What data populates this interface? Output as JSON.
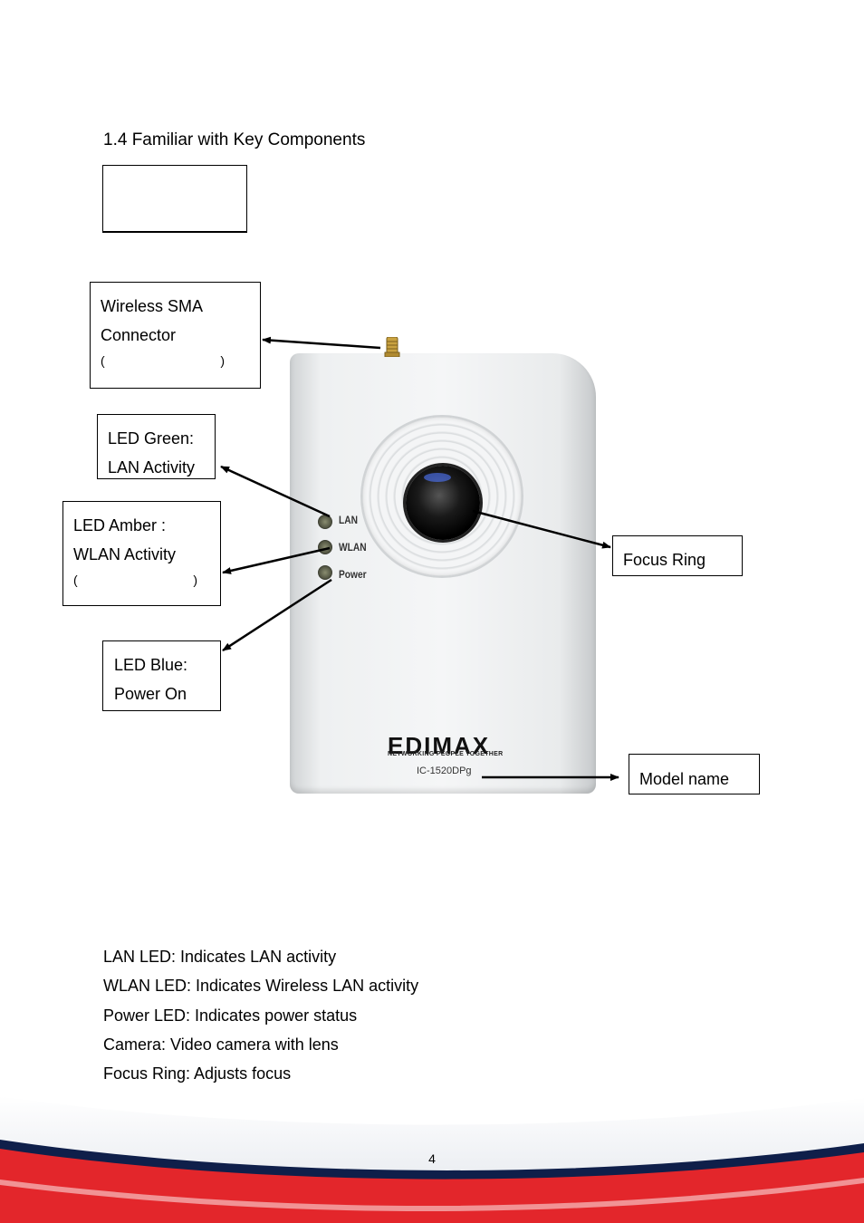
{
  "section_heading": "1.4 Familiar with Key Components",
  "callouts": {
    "wireless_sma": {
      "line1": "Wireless SMA",
      "line2": "Connector",
      "paren_open": "(",
      "paren_close": ")"
    },
    "led_green": {
      "line1": "LED Green:",
      "line2": "LAN Activity"
    },
    "led_amber": {
      "line1": "LED Amber :",
      "line2": "WLAN Activity",
      "paren_open": "(",
      "paren_close": ")"
    },
    "led_blue": {
      "line1": "LED Blue:",
      "line2": "Power On"
    },
    "focus_ring": {
      "label": "Focus Ring"
    },
    "model_name": {
      "label": "Model name"
    }
  },
  "camera": {
    "led_labels": [
      "LAN",
      "WLAN",
      "Power"
    ],
    "brand": "EDIMAX",
    "tagline": "NETWORKING PEOPLE TOGETHER",
    "model": "IC-1520DPg"
  },
  "descriptions": [
    "LAN LED: Indicates LAN activity",
    "WLAN LED: Indicates Wireless LAN activity",
    "Power LED: Indicates power status",
    "Camera: Video camera with lens",
    "Focus Ring: Adjusts focus"
  ],
  "page_number": "4",
  "colors": {
    "footer_red": "#e3262b",
    "footer_navy": "#0f1f4a",
    "brand_dot": "#d9252a"
  }
}
